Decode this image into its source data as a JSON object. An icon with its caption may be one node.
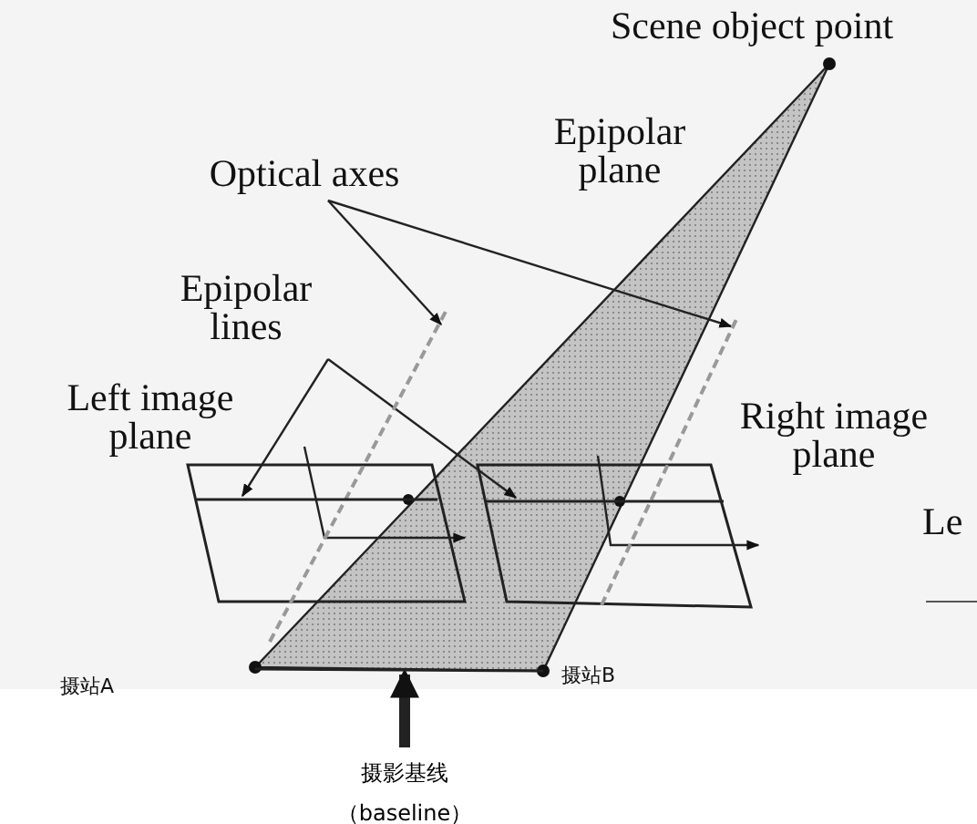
{
  "diagram": {
    "nodes": [
      {
        "text": [
          "Optical axes"
        ]
      },
      {
        "text": [],
        "shape": "line"
      },
      {
        "text": [],
        "shape": "line"
      },
      {
        "text": [
          "Epipolar lines"
        ]
      },
      {
        "text": [],
        "shape": "line"
      },
      {
        "text": [],
        "shape": "line"
      },
      {
        "text": [
          "摄影基线",
          "（baseline）"
        ]
      },
      {
        "text": [],
        "shape": "line"
      }
    ],
    "edges": [
      {
        "from": 0,
        "to": 1,
        "arrow": "to"
      },
      {
        "from": 0,
        "to": 2,
        "arrow": "to"
      },
      {
        "from": 3,
        "to": 4,
        "arrow": "to"
      },
      {
        "from": 3,
        "to": 5,
        "arrow": "to"
      },
      {
        "from": 6,
        "to": 7,
        "arrow": "to",
        "style": "thick"
      }
    ],
    "labels": [
      "Scene object point",
      "Epipolar plane",
      "Left image plane",
      "Right image plane",
      "Le",
      "摄站A",
      "摄站B"
    ]
  }
}
